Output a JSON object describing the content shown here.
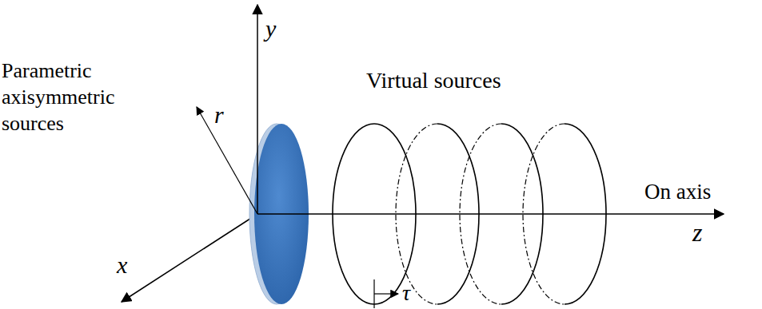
{
  "diagram": {
    "labels": [
      "y",
      "r",
      "Parametric axisymmetric sources",
      "Virtual sources",
      "On axis",
      "z",
      "x",
      "τ"
    ]
  }
}
